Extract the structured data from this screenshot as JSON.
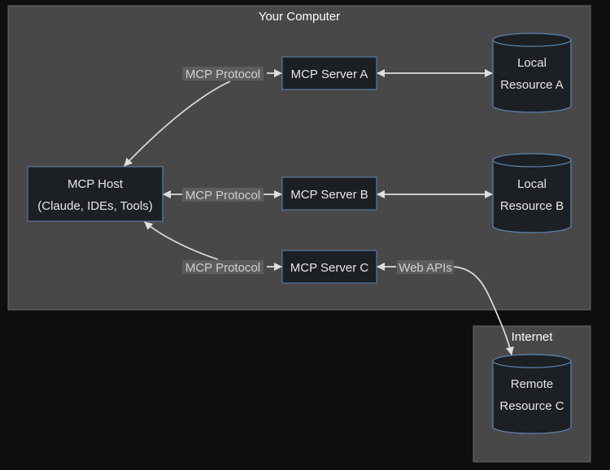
{
  "clusters": {
    "your_computer": "Your Computer",
    "internet": "Internet"
  },
  "nodes": {
    "host": [
      "MCP Host",
      "(Claude, IDEs, Tools)"
    ],
    "server_a": "MCP Server A",
    "server_b": "MCP Server B",
    "server_c": "MCP Server C",
    "resource_a": [
      "Local",
      "Resource A"
    ],
    "resource_b": [
      "Local",
      "Resource B"
    ],
    "resource_c": [
      "Remote",
      "Resource C"
    ]
  },
  "edges": {
    "host_a": "MCP Protocol",
    "host_b": "MCP Protocol",
    "host_c": "MCP Protocol",
    "c_remote": "Web APIs"
  },
  "colors": {
    "background": "#0d0e10",
    "cluster_fill": "#484848",
    "node_fill": "#1c1f24",
    "node_stroke": "#5b87b5",
    "edge": "#dedede"
  }
}
